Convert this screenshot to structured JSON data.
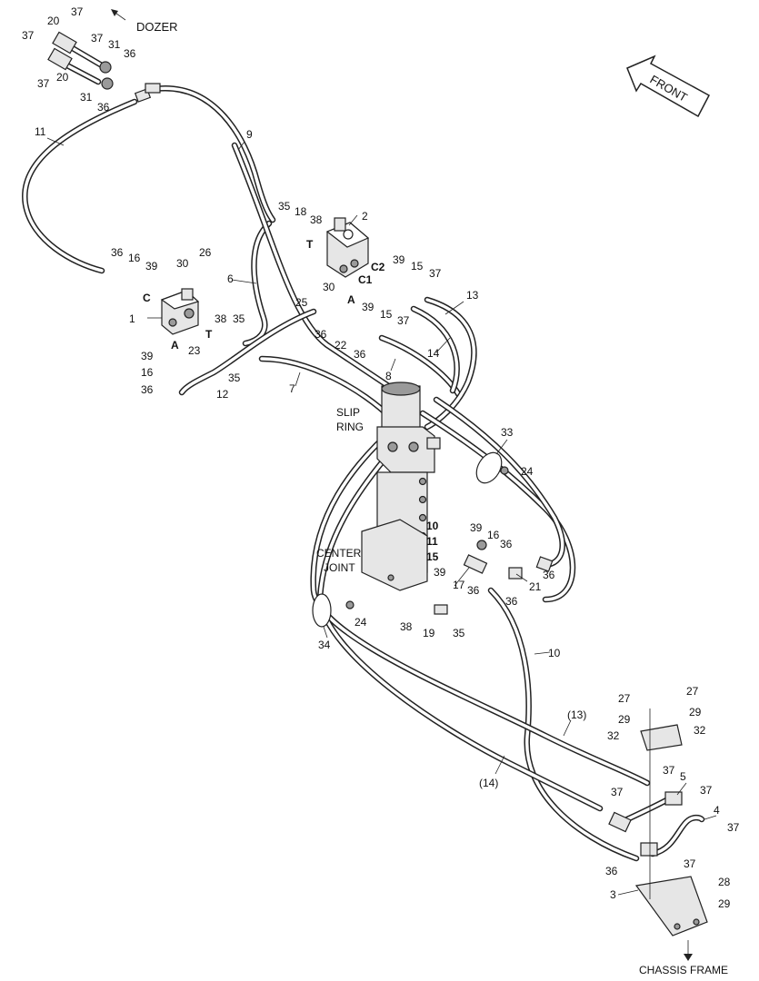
{
  "directions": {
    "dozer": "DOZER",
    "front": "FRONT",
    "chassis_frame": "CHASSIS FRAME"
  },
  "assemblies": {
    "slip_ring_1": "SLIP",
    "slip_ring_2": "RING",
    "center_joint_1": "CENTER",
    "center_joint_2": "JOINT"
  },
  "ports": {
    "a_upper": "A",
    "a_lower": "A",
    "c_left": "C",
    "t_upper": "T",
    "t_lower": "T",
    "c1": "C1",
    "c2": "C2"
  },
  "part_labels": {
    "p1": "1",
    "p2": "2",
    "p3": "3",
    "p4": "4",
    "p5": "5",
    "p6": "6",
    "p7": "7",
    "p8": "8",
    "p9": "9",
    "p10": "10",
    "p11": "11",
    "p12": "12",
    "p13": "13",
    "p13_paren": "(13)",
    "p14": "14",
    "p14_paren": "(14)",
    "p16a": "16",
    "p16b": "16",
    "p16c": "16",
    "p15a": "15",
    "p15b": "15",
    "p17": "17",
    "p18": "18",
    "p19": "19",
    "p20a": "20",
    "p20b": "20",
    "p21": "21",
    "p22": "22",
    "p23": "23",
    "p24a": "24",
    "p24b": "24",
    "p25": "25",
    "p26": "26",
    "p27a": "27",
    "p27b": "27",
    "p28": "28",
    "p29a": "29",
    "p29b": "29",
    "p29c": "29",
    "p30a": "30",
    "p30b": "30",
    "p31a": "31",
    "p31b": "31",
    "p32a": "32",
    "p32b": "32",
    "p33": "33",
    "p34": "34",
    "p35a": "35",
    "p35b": "35",
    "p35c": "35",
    "p35d": "35",
    "p36a": "36",
    "p36b": "36",
    "p36c": "36",
    "p36d": "36",
    "p36e": "36",
    "p36f": "36",
    "p36g": "36",
    "p36h": "36",
    "p36i": "36",
    "p36j": "36",
    "p36k": "36",
    "p37a": "37",
    "p37b": "37",
    "p37c": "37",
    "p37d": "37",
    "p37e": "37",
    "p37f": "37",
    "p37g": "37",
    "p37h": "37",
    "p37i": "37",
    "p37j": "37",
    "p37k": "37",
    "p38a": "38",
    "p38b": "38",
    "p38c": "38",
    "p39a": "39",
    "p39b": "39",
    "p39c": "39",
    "p39d": "39",
    "p39e": "39",
    "p39f": "39",
    "cj10": "10",
    "cj11": "11",
    "cj15": "15"
  }
}
